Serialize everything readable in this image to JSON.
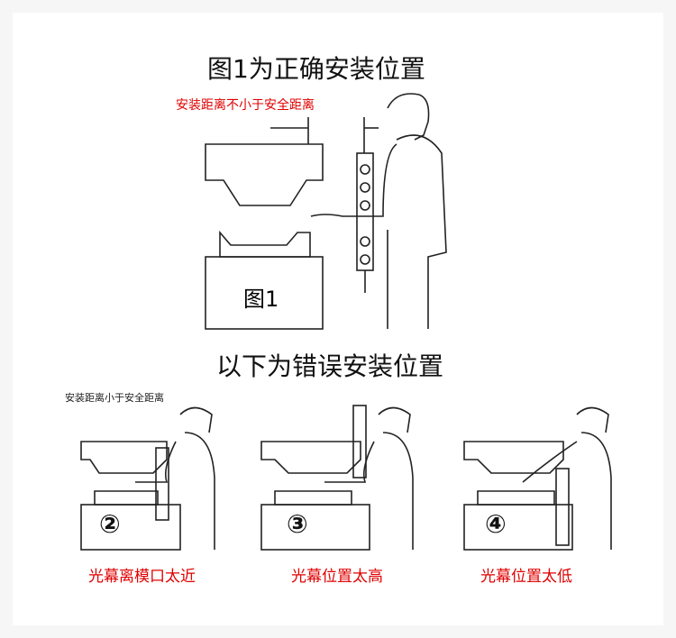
{
  "main_title": "图1为正确安装位置",
  "safe_distance_note": "安装距离不小于安全距离",
  "figure_label": "图1",
  "wrong_title": "以下为错误安装位置",
  "short_distance_note": "安装距离小于安全距离",
  "cases": [
    {
      "number": "②",
      "caption": "光幕离模口太近"
    },
    {
      "number": "③",
      "caption": "光幕位置太高"
    },
    {
      "number": "④",
      "caption": "光幕位置太低"
    }
  ],
  "colors": {
    "caption": "#e00000",
    "background": "#f6f6f6"
  }
}
